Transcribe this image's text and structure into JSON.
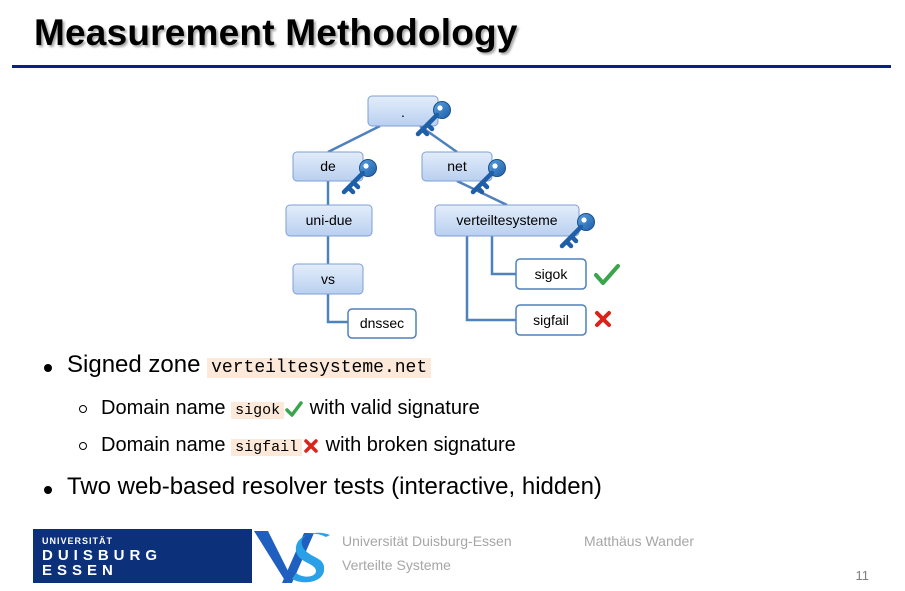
{
  "title": "Measurement Methodology",
  "tree": {
    "nodes": {
      "root": ".",
      "de": "de",
      "net": "net",
      "uni_due": "uni-due",
      "verteiltesysteme": "verteiltesysteme",
      "vs": "vs",
      "dnssec": "dnssec",
      "sigok": "sigok",
      "sigfail": "sigfail"
    },
    "signed_nodes": [
      "root",
      "de",
      "net",
      "verteiltesysteme"
    ],
    "status": {
      "sigok": "valid",
      "sigfail": "broken"
    }
  },
  "bullets": {
    "b1_prefix": "Signed zone ",
    "b1_code": "verteiltesysteme.net",
    "sub1_prefix": "Domain name ",
    "sub1_code": "sigok",
    "sub1_suffix": " with valid signature",
    "sub2_prefix": "Domain name ",
    "sub2_code": "sigfail",
    "sub2_suffix": " with broken signature",
    "b2_text": "Two web-based resolver tests (interactive, hidden)"
  },
  "footer": {
    "logo_line1": "UNIVERSITÄT",
    "logo_line2": "DUISBURG",
    "logo_line3": "ESSEN",
    "university": "Universität Duisburg-Essen",
    "department": "Verteilte Systeme",
    "author": "Matthäus Wander",
    "page": "11"
  },
  "colors": {
    "accent": "#0b1f8a",
    "node_blue": "#c9dcf5",
    "edge": "#4f81bd",
    "key": "#2e75b6",
    "check": "#3aa54a",
    "cross": "#d9241b",
    "code_bg": "#fde9d9",
    "logo_bg": "#0c3079"
  }
}
